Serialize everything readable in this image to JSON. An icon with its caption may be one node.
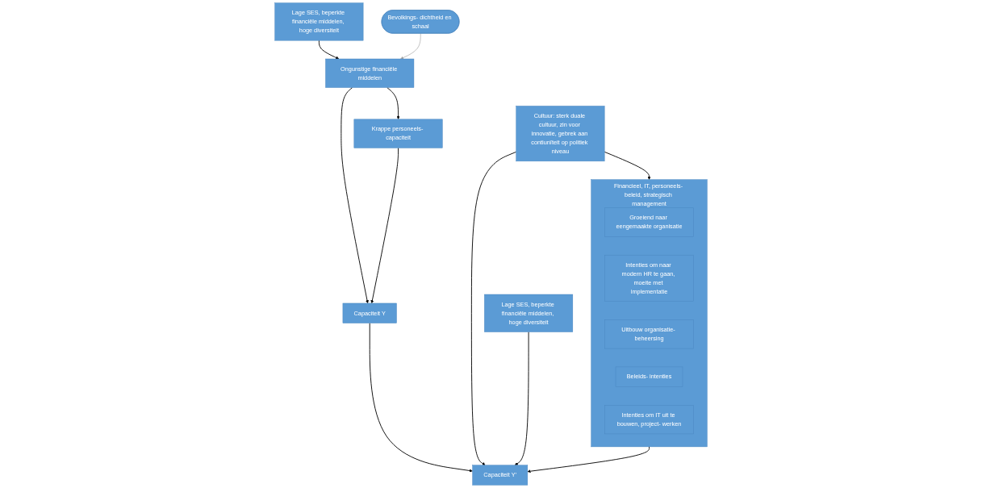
{
  "diagram": {
    "nodes": [
      {
        "text": [
          "Lage SES, beperkte financiële middelen, hoge diversiteit"
        ]
      },
      {
        "text": [
          "Bevolkings- dichtheid en schaal"
        ]
      },
      {
        "text": [
          "Ongunstige financiële middelen"
        ]
      },
      {
        "text": [
          "Krappe personeels- capaciteit"
        ]
      },
      {
        "text": [
          "Capaciteit Y"
        ]
      },
      {
        "text": [
          "Cultuur: sterk duale cultuur, zin voor innovatie, gebrek aan contiunïteit op politiek niveau"
        ]
      },
      {
        "text": [
          "Financieel, IT, personeels- beleid, strategisch management"
        ]
      },
      {
        "text": [
          "Groeiend naar eengemaakte organisatie"
        ],
        "in": 6
      },
      {
        "text": [
          "Intenties om naar modern HR te gaan, moeite met implementatie"
        ],
        "in": 6
      },
      {
        "text": [
          "Uitbouw organisatie- beheersing"
        ],
        "in": 6
      },
      {
        "text": [
          "Beleids- intenties"
        ],
        "in": 6
      },
      {
        "text": [
          "Intenties om IT uit te bouwen, project- werken"
        ],
        "in": 6
      },
      {
        "text": [
          "Capaciteit Y’"
        ]
      },
      {
        "text": [
          "Lage SES, beperkte financiële middelen, hoge diversiteit"
        ]
      }
    ],
    "edges": [
      {
        "from": 0,
        "to": 2,
        "arrow": "to"
      },
      {
        "from": 1,
        "to": 2,
        "arrow": "to",
        "color": "#a6a6a6"
      },
      {
        "from": 2,
        "to": 3,
        "arrow": "to"
      },
      {
        "from": 2,
        "to": 4,
        "arrow": "to"
      },
      {
        "from": 3,
        "to": 4,
        "arrow": "to"
      },
      {
        "from": 5,
        "to": 6,
        "arrow": "to"
      },
      {
        "from": 4,
        "to": 12,
        "arrow": "to"
      },
      {
        "from": 5,
        "to": 12,
        "arrow": "to"
      },
      {
        "from": 13,
        "to": 12,
        "arrow": "to"
      },
      {
        "from": 6,
        "to": 12,
        "arrow": "to"
      }
    ]
  }
}
